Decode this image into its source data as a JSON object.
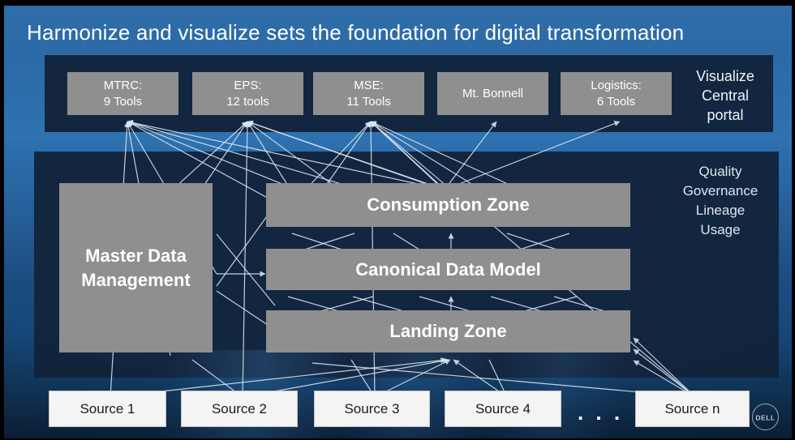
{
  "title": "Harmonize and visualize sets the foundation for digital transformation",
  "portal": {
    "boxes": [
      {
        "line1": "MTRC:",
        "line2": "9 Tools"
      },
      {
        "line1": "EPS:",
        "line2": "12 tools"
      },
      {
        "line1": "MSE:",
        "line2": "11 Tools"
      },
      {
        "line1": "Mt. Bonnell",
        "line2": ""
      },
      {
        "line1": "Logistics:",
        "line2": "6 Tools"
      }
    ],
    "side_label_lines": [
      "Visualize",
      "Central",
      "portal"
    ]
  },
  "data_layer": {
    "mdm_lines": [
      "Master Data",
      "Management"
    ],
    "zones": [
      "Consumption Zone",
      "Canonical Data Model",
      "Landing Zone"
    ],
    "side_label_lines": [
      "Quality",
      "Governance",
      "Lineage",
      "Usage"
    ]
  },
  "sources": [
    "Source 1",
    "Source 2",
    "Source 3",
    "Source 4",
    "Source n"
  ],
  "ellipsis": ". . .",
  "logo_text": "DELL",
  "colors": {
    "bg-top": "#2f6ea9",
    "bg-mid": "#2e72b0",
    "bg-low": "#1b4c80",
    "bg-bottom": "#0e2440",
    "panel": "#132640",
    "box-gray": "#8f8f8f",
    "line": "#dce7f2",
    "source-bg": "#f4f4f4"
  }
}
